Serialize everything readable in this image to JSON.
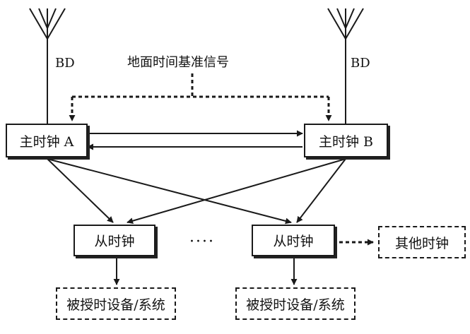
{
  "labels": {
    "antenna_left": "BD",
    "antenna_right": "BD",
    "ground_signal": "地面时间基准信号",
    "ellipsis": "····"
  },
  "nodes": {
    "master_a": "主时钟 A",
    "master_b": "主时钟 B",
    "slave_left": "从时钟",
    "slave_right": "从时钟",
    "other_clocks": "其他时钟",
    "device_left": "被授时设备/系统",
    "device_right": "被授时设备/系统"
  },
  "colors": {
    "line": "#1a1a1a",
    "background": "#ffffff"
  }
}
